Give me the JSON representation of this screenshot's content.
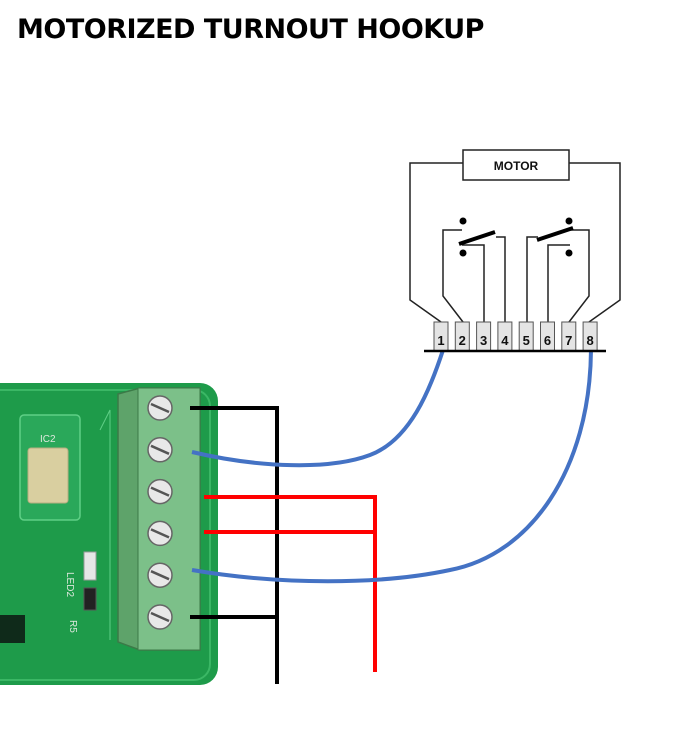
{
  "title": "MOTORIZED TURNOUT HOOKUP",
  "motor": {
    "label": "MOTOR"
  },
  "connector": {
    "pins": [
      "1",
      "2",
      "3",
      "4",
      "5",
      "6",
      "7",
      "8"
    ]
  },
  "board": {
    "silkscreen": [
      "IC2",
      "LED2",
      "R5"
    ],
    "terminal_screw_count": 6
  },
  "wires": {
    "colors": {
      "blue": "#4472c4",
      "red": "#ff0000",
      "black": "#000000"
    },
    "connections": [
      {
        "color": "blue",
        "from": "terminal 2",
        "to": "pin 1"
      },
      {
        "color": "blue",
        "from": "terminal 5",
        "to": "pin 8"
      },
      {
        "color": "red",
        "from": "terminal 3",
        "to": "red bus"
      },
      {
        "color": "red",
        "from": "terminal 4",
        "to": "red bus"
      },
      {
        "color": "black",
        "from": "terminal 1",
        "to": "black bus"
      },
      {
        "color": "black",
        "from": "terminal 6",
        "to": "black bus"
      }
    ]
  }
}
